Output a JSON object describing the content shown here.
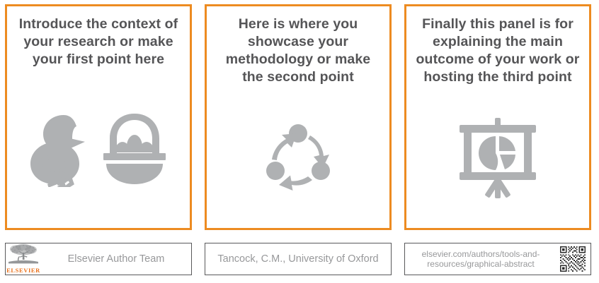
{
  "colors": {
    "panel_border": "#ED8B21",
    "footer_border": "#59595B",
    "title_text": "#555557",
    "footer_text": "#97989A",
    "icon_gray": "#AFB1B3",
    "elsevier_orange": "#E9711C",
    "background": "#FFFFFF"
  },
  "panels": [
    {
      "title": "Introduce the context of your research or make your first point here",
      "icons": [
        "chick-icon",
        "egg-basket-icon"
      ]
    },
    {
      "title": "Here is where you showcase your methodology or make the second point",
      "icons": [
        "cyclical-process-icon"
      ]
    },
    {
      "title": "Finally  this panel is for explaining the main outcome of your work or hosting the third point",
      "icons": [
        "presentation-chart-icon"
      ]
    }
  ],
  "footers": [
    {
      "logo": "elsevier-logo",
      "logo_word": "ELSEVIER",
      "text": "Elsevier Author Team",
      "size": "normal"
    },
    {
      "text": "Tancock, C.M., University  of Oxford",
      "size": "normal"
    },
    {
      "text": "elsevier.com/authors/tools-and-resources/graphical-abstract",
      "size": "small",
      "qr": "qr-code-icon"
    }
  ]
}
